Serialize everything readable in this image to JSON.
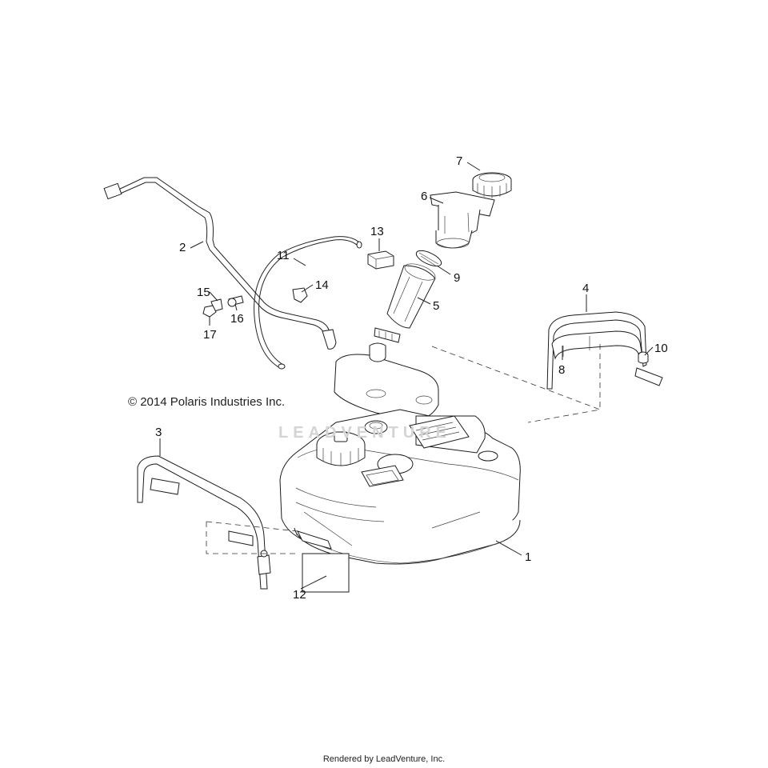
{
  "copyright": "© 2014 Polaris Industries Inc.",
  "watermark": "LEADVENTURE",
  "footer": "Rendered by LeadVenture, Inc.",
  "callouts": {
    "c1": "1",
    "c2": "2",
    "c3": "3",
    "c4": "4",
    "c5": "5",
    "c6": "6",
    "c7": "7",
    "c8": "8",
    "c9": "9",
    "c10": "10",
    "c11": "11",
    "c12": "12",
    "c13": "13",
    "c14": "14",
    "c15": "15",
    "c16": "16",
    "c17": "17"
  }
}
